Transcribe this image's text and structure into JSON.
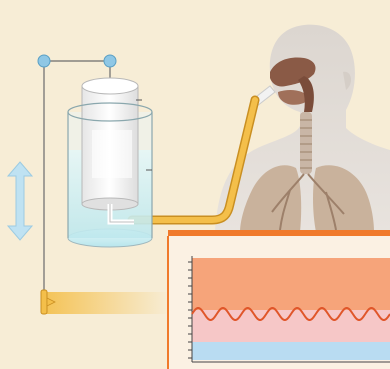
{
  "diagram": {
    "title": "",
    "labels": []
  },
  "colors": {
    "background": "#f7edd6",
    "tube": "#f4bf4a",
    "tube_outline": "#c98f22",
    "bell": "#f4f4f4",
    "water": "#cfeff2",
    "lever": "#8fc7e5",
    "arrow": "#bfe2f2",
    "chart_frame": "#f07a2b",
    "chart_orange": "#f6a47a",
    "chart_pink": "#f6c7c7",
    "chart_blue": "#b9dcf2",
    "trace": "#e0562a",
    "body_skin": "#e2dcd6",
    "lung": "#c8b09a",
    "airway": "#8a5a46"
  },
  "chart_data": {
    "type": "line",
    "title": "",
    "xlabel": "",
    "ylabel": "",
    "regions": [
      {
        "name": "",
        "color": "#f6a47a"
      },
      {
        "name": "",
        "color": "#f6c7c7"
      },
      {
        "name": "",
        "color": "#b9dcf2"
      }
    ],
    "series": [
      {
        "name": "",
        "shape": "sine",
        "cycles": 8,
        "color": "#e0562a"
      }
    ]
  }
}
